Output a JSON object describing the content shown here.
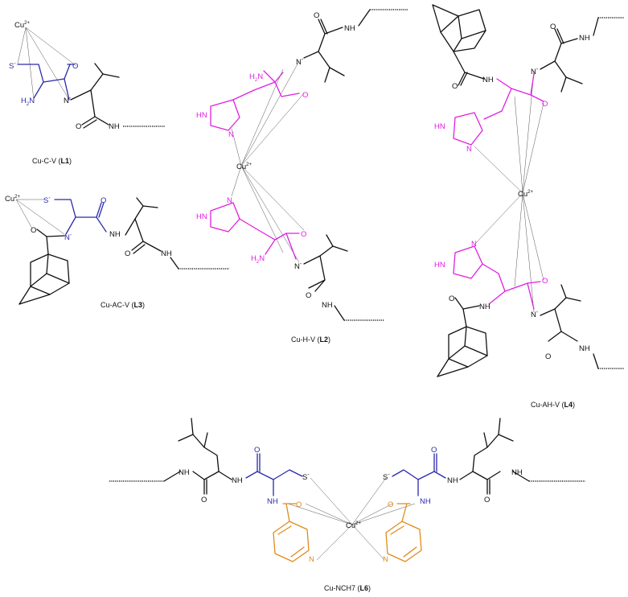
{
  "colors": {
    "black": "#111111",
    "cysteine_blue": "#2a2aa8",
    "histidine_magenta": "#e020e0",
    "nicotinoyl_orange": "#e08a1c",
    "coordination_line": "#555555"
  },
  "atoms": {
    "cu": "Cu",
    "cu_charge": "2+",
    "nh": "NH",
    "hn": "HN",
    "n": "N",
    "n_minus": "N",
    "minus": "-",
    "o": "O",
    "s_minus": "S",
    "h2n": "H",
    "h2n_sub": "2",
    "h2n_n": "N"
  },
  "captions": {
    "l1": {
      "prefix": "Cu-C-V (",
      "bold": "L1",
      "suffix": ")"
    },
    "l3": {
      "prefix": "Cu-AC-V (",
      "bold": "L3",
      "suffix": ")"
    },
    "l2": {
      "prefix": "Cu-H-V (",
      "bold": "L2",
      "suffix": ")"
    },
    "l4": {
      "prefix": "Cu-AH-V (",
      "bold": "L4",
      "suffix": ")"
    },
    "l6": {
      "prefix": "Cu-NCH7 (",
      "bold": "L6",
      "suffix": ")"
    }
  }
}
